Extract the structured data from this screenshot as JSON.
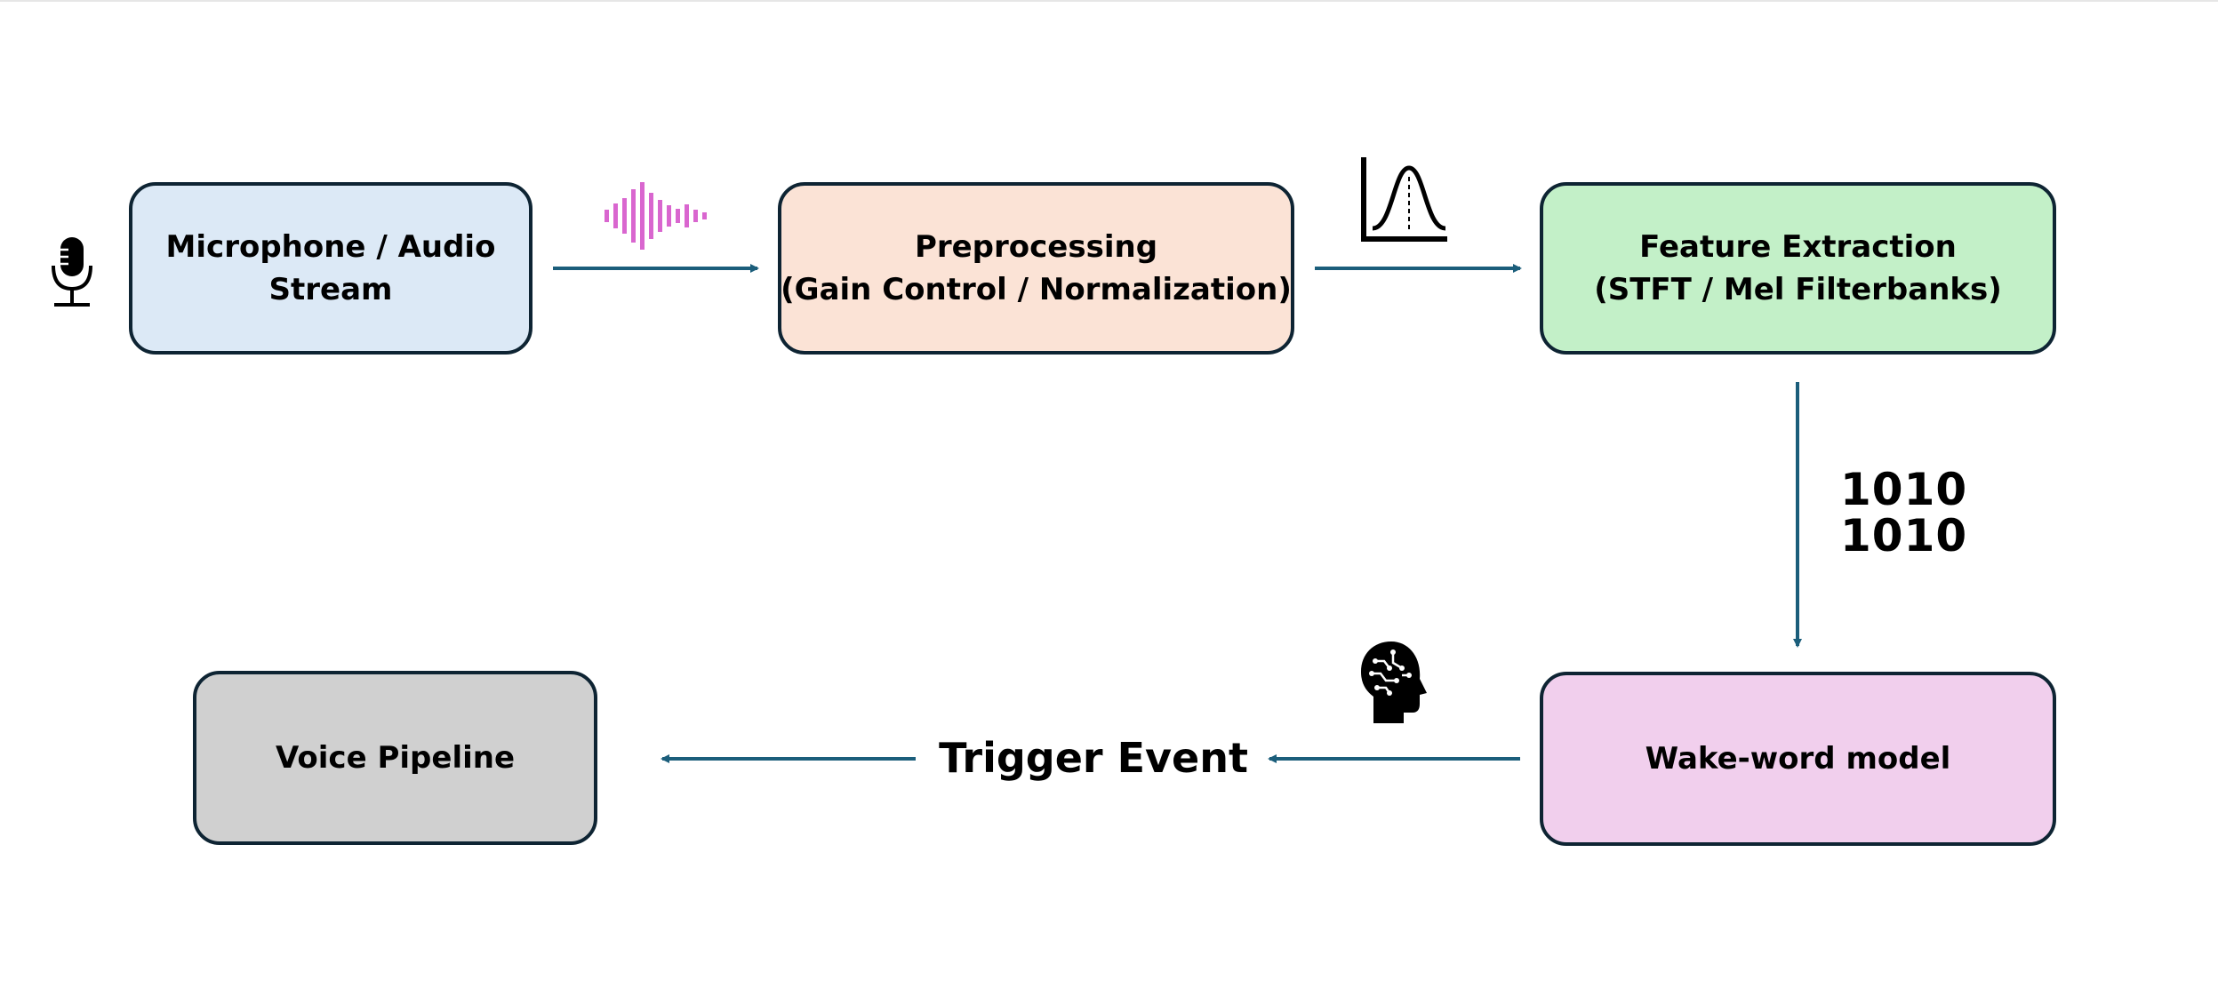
{
  "nodes": {
    "microphone": {
      "line1": "Microphone / Audio",
      "line2": "Stream"
    },
    "preprocessing": {
      "line1": "Preprocessing",
      "line2": "(Gain Control / Normalization)"
    },
    "feature_extraction": {
      "line1": "Feature Extraction",
      "line2": "(STFT / Mel Filterbanks)"
    },
    "wake_word": {
      "line1": "Wake-word model"
    },
    "voice_pipeline": {
      "line1": "Voice Pipeline"
    }
  },
  "edges": {
    "trigger_label": "Trigger Event",
    "binary_icon": {
      "row1": "1010",
      "row2": "1010"
    }
  },
  "icons": [
    "microphone-icon",
    "waveform-icon",
    "normal-distribution-icon",
    "binary-icon",
    "ai-brain-head-icon"
  ],
  "colors": {
    "arrow": "#1b5e7b",
    "border": "#0e2433",
    "waveform": "#d966cf",
    "microphone_fill": "#dce9f6",
    "preprocessing_fill": "#fbe3d6",
    "feature_extraction_fill": "#c3f0c8",
    "wake_word_fill": "#f1cfed",
    "voice_pipeline_fill": "#d0d0d0"
  }
}
